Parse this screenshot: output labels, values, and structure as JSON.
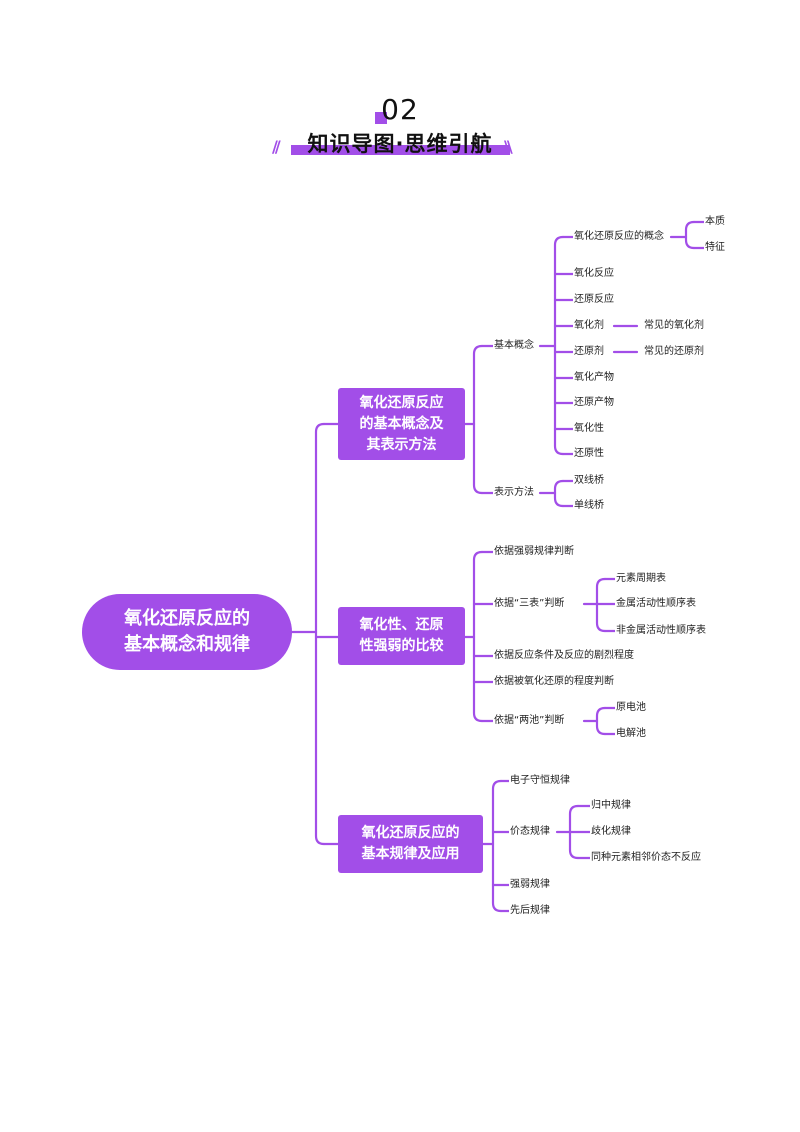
{
  "header": {
    "section_number": "02",
    "section_title": "知识导图·思维引航",
    "accent_color": "#a24ee8"
  },
  "mindmap": {
    "root": {
      "label": "氧化还原反应的\n基本概念和规律"
    },
    "branches": [
      {
        "label": "氧化还原反应\n的基本概念及\n其表示方法",
        "children": [
          {
            "label": "基本概念",
            "children": [
              {
                "label": "氧化还原反应的概念",
                "children": [
                  {
                    "label": "本质"
                  },
                  {
                    "label": "特征"
                  }
                ]
              },
              {
                "label": "氧化反应"
              },
              {
                "label": "还原反应"
              },
              {
                "label": "氧化剂",
                "children": [
                  {
                    "label": "常见的氧化剂"
                  }
                ]
              },
              {
                "label": "还原剂",
                "children": [
                  {
                    "label": "常见的还原剂"
                  }
                ]
              },
              {
                "label": "氧化产物"
              },
              {
                "label": "还原产物"
              },
              {
                "label": "氧化性"
              },
              {
                "label": "还原性"
              }
            ]
          },
          {
            "label": "表示方法",
            "children": [
              {
                "label": "双线桥"
              },
              {
                "label": "单线桥"
              }
            ]
          }
        ]
      },
      {
        "label": "氧化性、还原\n性强弱的比较",
        "children": [
          {
            "label": "依据强弱规律判断"
          },
          {
            "label": "依据“三表”判断",
            "children": [
              {
                "label": "元素周期表"
              },
              {
                "label": "金属活动性顺序表"
              },
              {
                "label": "非金属活动性顺序表"
              }
            ]
          },
          {
            "label": "依据反应条件及反应的剧烈程度"
          },
          {
            "label": "依据被氧化还原的程度判断"
          },
          {
            "label": "依据“两池”判断",
            "children": [
              {
                "label": "原电池"
              },
              {
                "label": "电解池"
              }
            ]
          }
        ]
      },
      {
        "label": "氧化还原反应的\n基本规律及应用",
        "children": [
          {
            "label": "电子守恒规律"
          },
          {
            "label": "价态规律",
            "children": [
              {
                "label": "归中规律"
              },
              {
                "label": "歧化规律"
              },
              {
                "label": "同种元素相邻价态不反应"
              }
            ]
          },
          {
            "label": "强弱规律"
          },
          {
            "label": "先后规律"
          }
        ]
      }
    ]
  }
}
